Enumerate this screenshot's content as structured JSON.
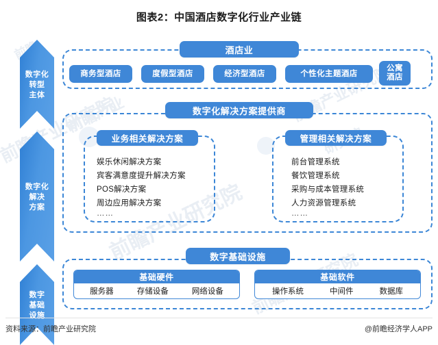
{
  "title": "图表2：中国酒店数字化行业产业链",
  "footer": {
    "source": "资料来源：前瞻产业研究院",
    "app": "@前瞻经济学人APP"
  },
  "colors": {
    "accent": "#3f87d7",
    "dashed_border": "#3b86d6",
    "arrow_from": "#2f7fd4",
    "arrow_to": "#5aa0e6",
    "text": "#1c1c1c",
    "watermark": "#e9eef4"
  },
  "rail": {
    "segments": [
      {
        "label": "数字化\n转型\n主体",
        "lines": [
          "数字化",
          "转型",
          "主体"
        ]
      },
      {
        "label": "数字化\n解决\n方案",
        "lines": [
          "数字化",
          "解决",
          "方案"
        ]
      },
      {
        "label": "数字\n基础\n设施",
        "lines": [
          "数字",
          "基础",
          "设施"
        ]
      }
    ]
  },
  "sections": {
    "hotel": {
      "header": "酒店业",
      "chips": [
        {
          "label": "商务型酒店"
        },
        {
          "label": "度假型酒店"
        },
        {
          "label": "经济型酒店"
        },
        {
          "label": "个性化主题酒店"
        },
        {
          "label": "公寓酒店",
          "lines": [
            "公寓",
            "酒店"
          ]
        }
      ]
    },
    "solutions": {
      "header": "数字化解决方案提供商",
      "groups": [
        {
          "header": "业务相关解决方案",
          "items": [
            "娱乐休闲解决方案",
            "宾客满意度提升解决方案",
            "POS解决方案",
            "周边应用解决方案",
            "……"
          ]
        },
        {
          "header": "管理相关解决方案",
          "items": [
            "前台管理系统",
            "餐饮管理系统",
            "采购与成本管理系统",
            "人力资源管理系统",
            "……"
          ]
        }
      ]
    },
    "infrastructure": {
      "header": "数字基础设施",
      "cards": [
        {
          "header": "基础硬件",
          "items": [
            "服务器",
            "存储设备",
            "网络设备"
          ]
        },
        {
          "header": "基础软件",
          "items": [
            "操作系统",
            "中间件",
            "数据库"
          ]
        }
      ]
    }
  },
  "watermarks": {
    "w1": "前瞻产业研究院",
    "w2": "前瞻产业研究院",
    "w3": "前瞻产业研究院",
    "w4": "前瞻产业研究院",
    "w5": "前瞻产业",
    "w6": "研究院",
    "w7": "前瞻"
  }
}
